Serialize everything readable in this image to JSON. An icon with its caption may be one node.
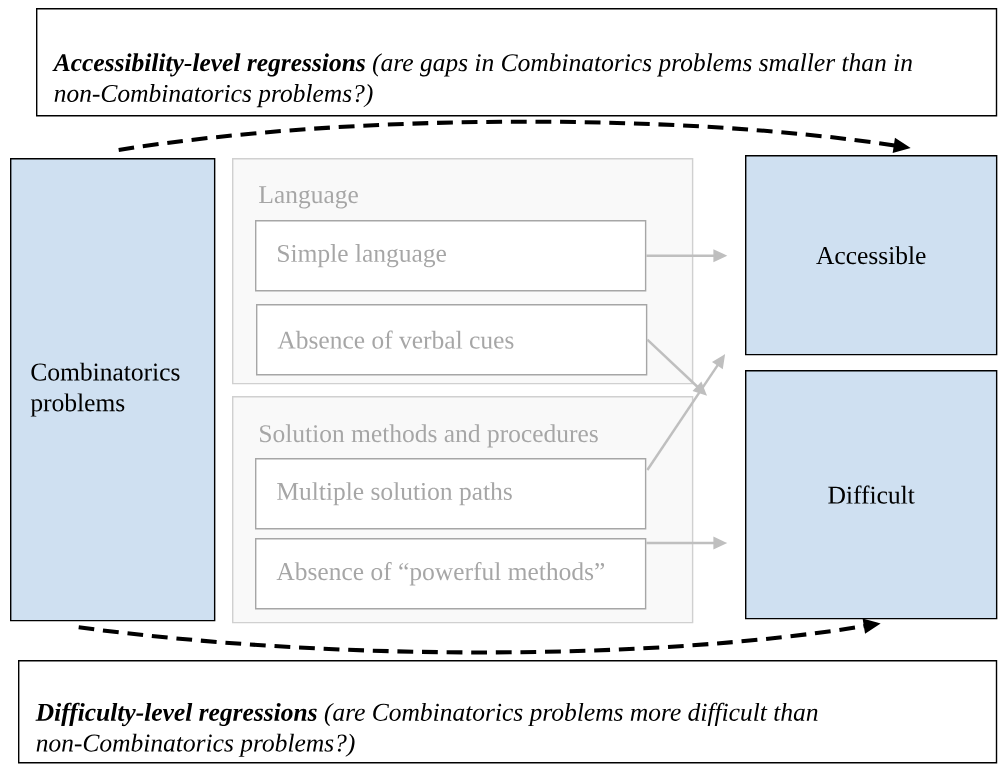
{
  "diagram": {
    "nodes": [
      {
        "text": [
          "**Accessibility-level regressions** (are gaps in Combinatorics problems smaller than in non-Combinatorics problems?)"
        ]
      },
      {
        "text": [
          "Combinatorics problems"
        ]
      },
      {
        "text": [
          "Language"
        ]
      },
      {
        "text": [
          "Simple language"
        ],
        "in": 2
      },
      {
        "text": [
          "Absence of verbal cues"
        ],
        "in": 2
      },
      {
        "text": [
          "Solution methods and procedures"
        ]
      },
      {
        "text": [
          "Multiple solution paths"
        ],
        "in": 5
      },
      {
        "text": [
          "Absence of “powerful methods”"
        ],
        "in": 5
      },
      {
        "text": [
          "Accessible"
        ]
      },
      {
        "text": [
          "Difficult"
        ]
      },
      {
        "text": [
          "**Difficulty-level regressions** (are Combinatorics problems more difficult than non-Combinatorics problems?)"
        ]
      }
    ],
    "edges": [
      {
        "from": 1,
        "to": 8,
        "arrow": "to",
        "style": "dashed",
        "color": "#000000"
      },
      {
        "from": 1,
        "to": 9,
        "arrow": "to",
        "style": "dashed",
        "color": "#000000"
      },
      {
        "from": 3,
        "to": 8,
        "arrow": "to"
      },
      {
        "from": 4,
        "to": 9,
        "arrow": "to"
      },
      {
        "from": 6,
        "to": 8,
        "arrow": "to"
      },
      {
        "from": 7,
        "to": 9,
        "arrow": "to"
      }
    ]
  }
}
